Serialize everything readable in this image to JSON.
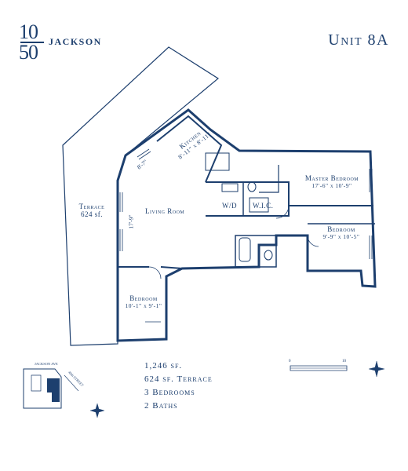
{
  "logo": {
    "top": "10",
    "bottom": "50",
    "word": "JACKSON"
  },
  "unit": {
    "title": "Unit 8A"
  },
  "rooms": {
    "terrace": {
      "name": "Terrace",
      "area": "624 sf."
    },
    "kitchen": {
      "name": "Kitchen",
      "dim": "8'-11\" x 8'-11\""
    },
    "kitchen_width": "8'-7\"",
    "living": {
      "name": "Living Room",
      "dim": "17'-9\""
    },
    "master": {
      "name": "Master Bedroom",
      "dim": "17'-6\" x 10'-9\""
    },
    "bedroom2": {
      "name": "Bedroom",
      "dim": "9'-9\" x 10'-5\""
    },
    "bedroom3": {
      "name": "Bedroom",
      "dim": "10'-1\" x 9'-1\""
    },
    "wd": "W/D",
    "wic": "W.I.C."
  },
  "summary": {
    "lines": [
      "1,246 sf.",
      "624 sf. Terrace",
      "3 Bedrooms",
      "2 Baths"
    ]
  },
  "scale_bar": {
    "start": "0",
    "end": "10"
  },
  "keyplan": {
    "street_top": "JACKSON AVE",
    "street_side": "49th STREET"
  },
  "colors": {
    "ink": "#1d3f6e",
    "highlight": "#1d3f6e",
    "paper": "#ffffff"
  }
}
